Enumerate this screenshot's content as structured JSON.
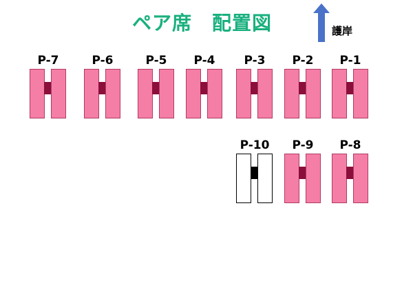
{
  "header": {
    "title": "ペア席　配置図",
    "direction_label": "護岸"
  },
  "colors": {
    "title": "#19b07f",
    "seat_fill": "#f57ea6",
    "seat_joint": "#8a0f3a",
    "arrow": "#4a72c8"
  },
  "seats": [
    {
      "label": "P-7",
      "state": "occupied"
    },
    {
      "label": "P-6",
      "state": "occupied"
    },
    {
      "label": "P-5",
      "state": "occupied"
    },
    {
      "label": "P-4",
      "state": "occupied"
    },
    {
      "label": "P-3",
      "state": "occupied"
    },
    {
      "label": "P-2",
      "state": "occupied"
    },
    {
      "label": "P-1",
      "state": "occupied"
    },
    {
      "label": "P-10",
      "state": "empty"
    },
    {
      "label": "P-9",
      "state": "occupied"
    },
    {
      "label": "P-8",
      "state": "occupied"
    }
  ]
}
